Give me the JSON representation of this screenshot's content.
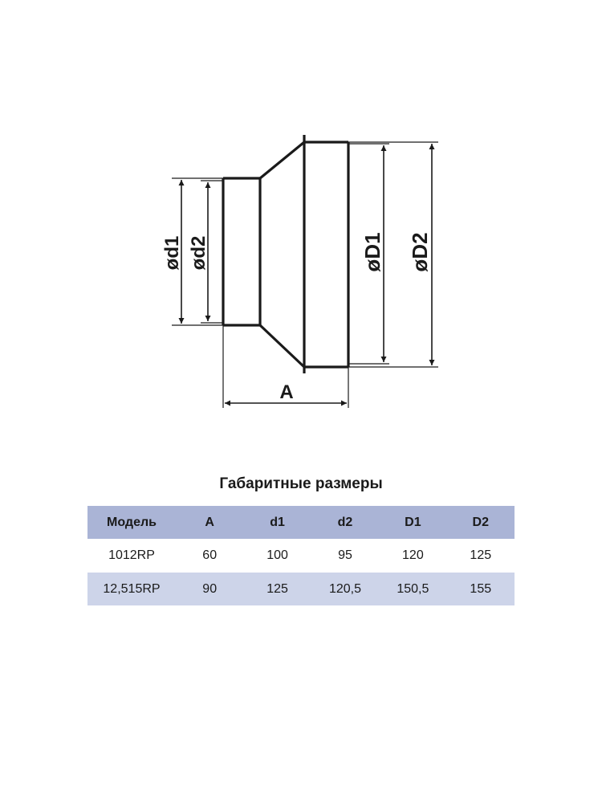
{
  "colors": {
    "header_bg": "#aab4d6",
    "row_alt_bg": "#cdd4e9",
    "row_bg": "#ffffff",
    "line": "#1a1a1a"
  },
  "diagram": {
    "labels": {
      "d1": "ød1",
      "d2": "ød2",
      "D1": "øD1",
      "D2": "øD2",
      "A": "A"
    }
  },
  "table": {
    "title": "Габаритные размеры",
    "columns": [
      "Модель",
      "A",
      "d1",
      "d2",
      "D1",
      "D2"
    ],
    "rows": [
      [
        "1012RP",
        "60",
        "100",
        "95",
        "120",
        "125"
      ],
      [
        "12,515RP",
        "90",
        "125",
        "120,5",
        "150,5",
        "155"
      ]
    ]
  }
}
